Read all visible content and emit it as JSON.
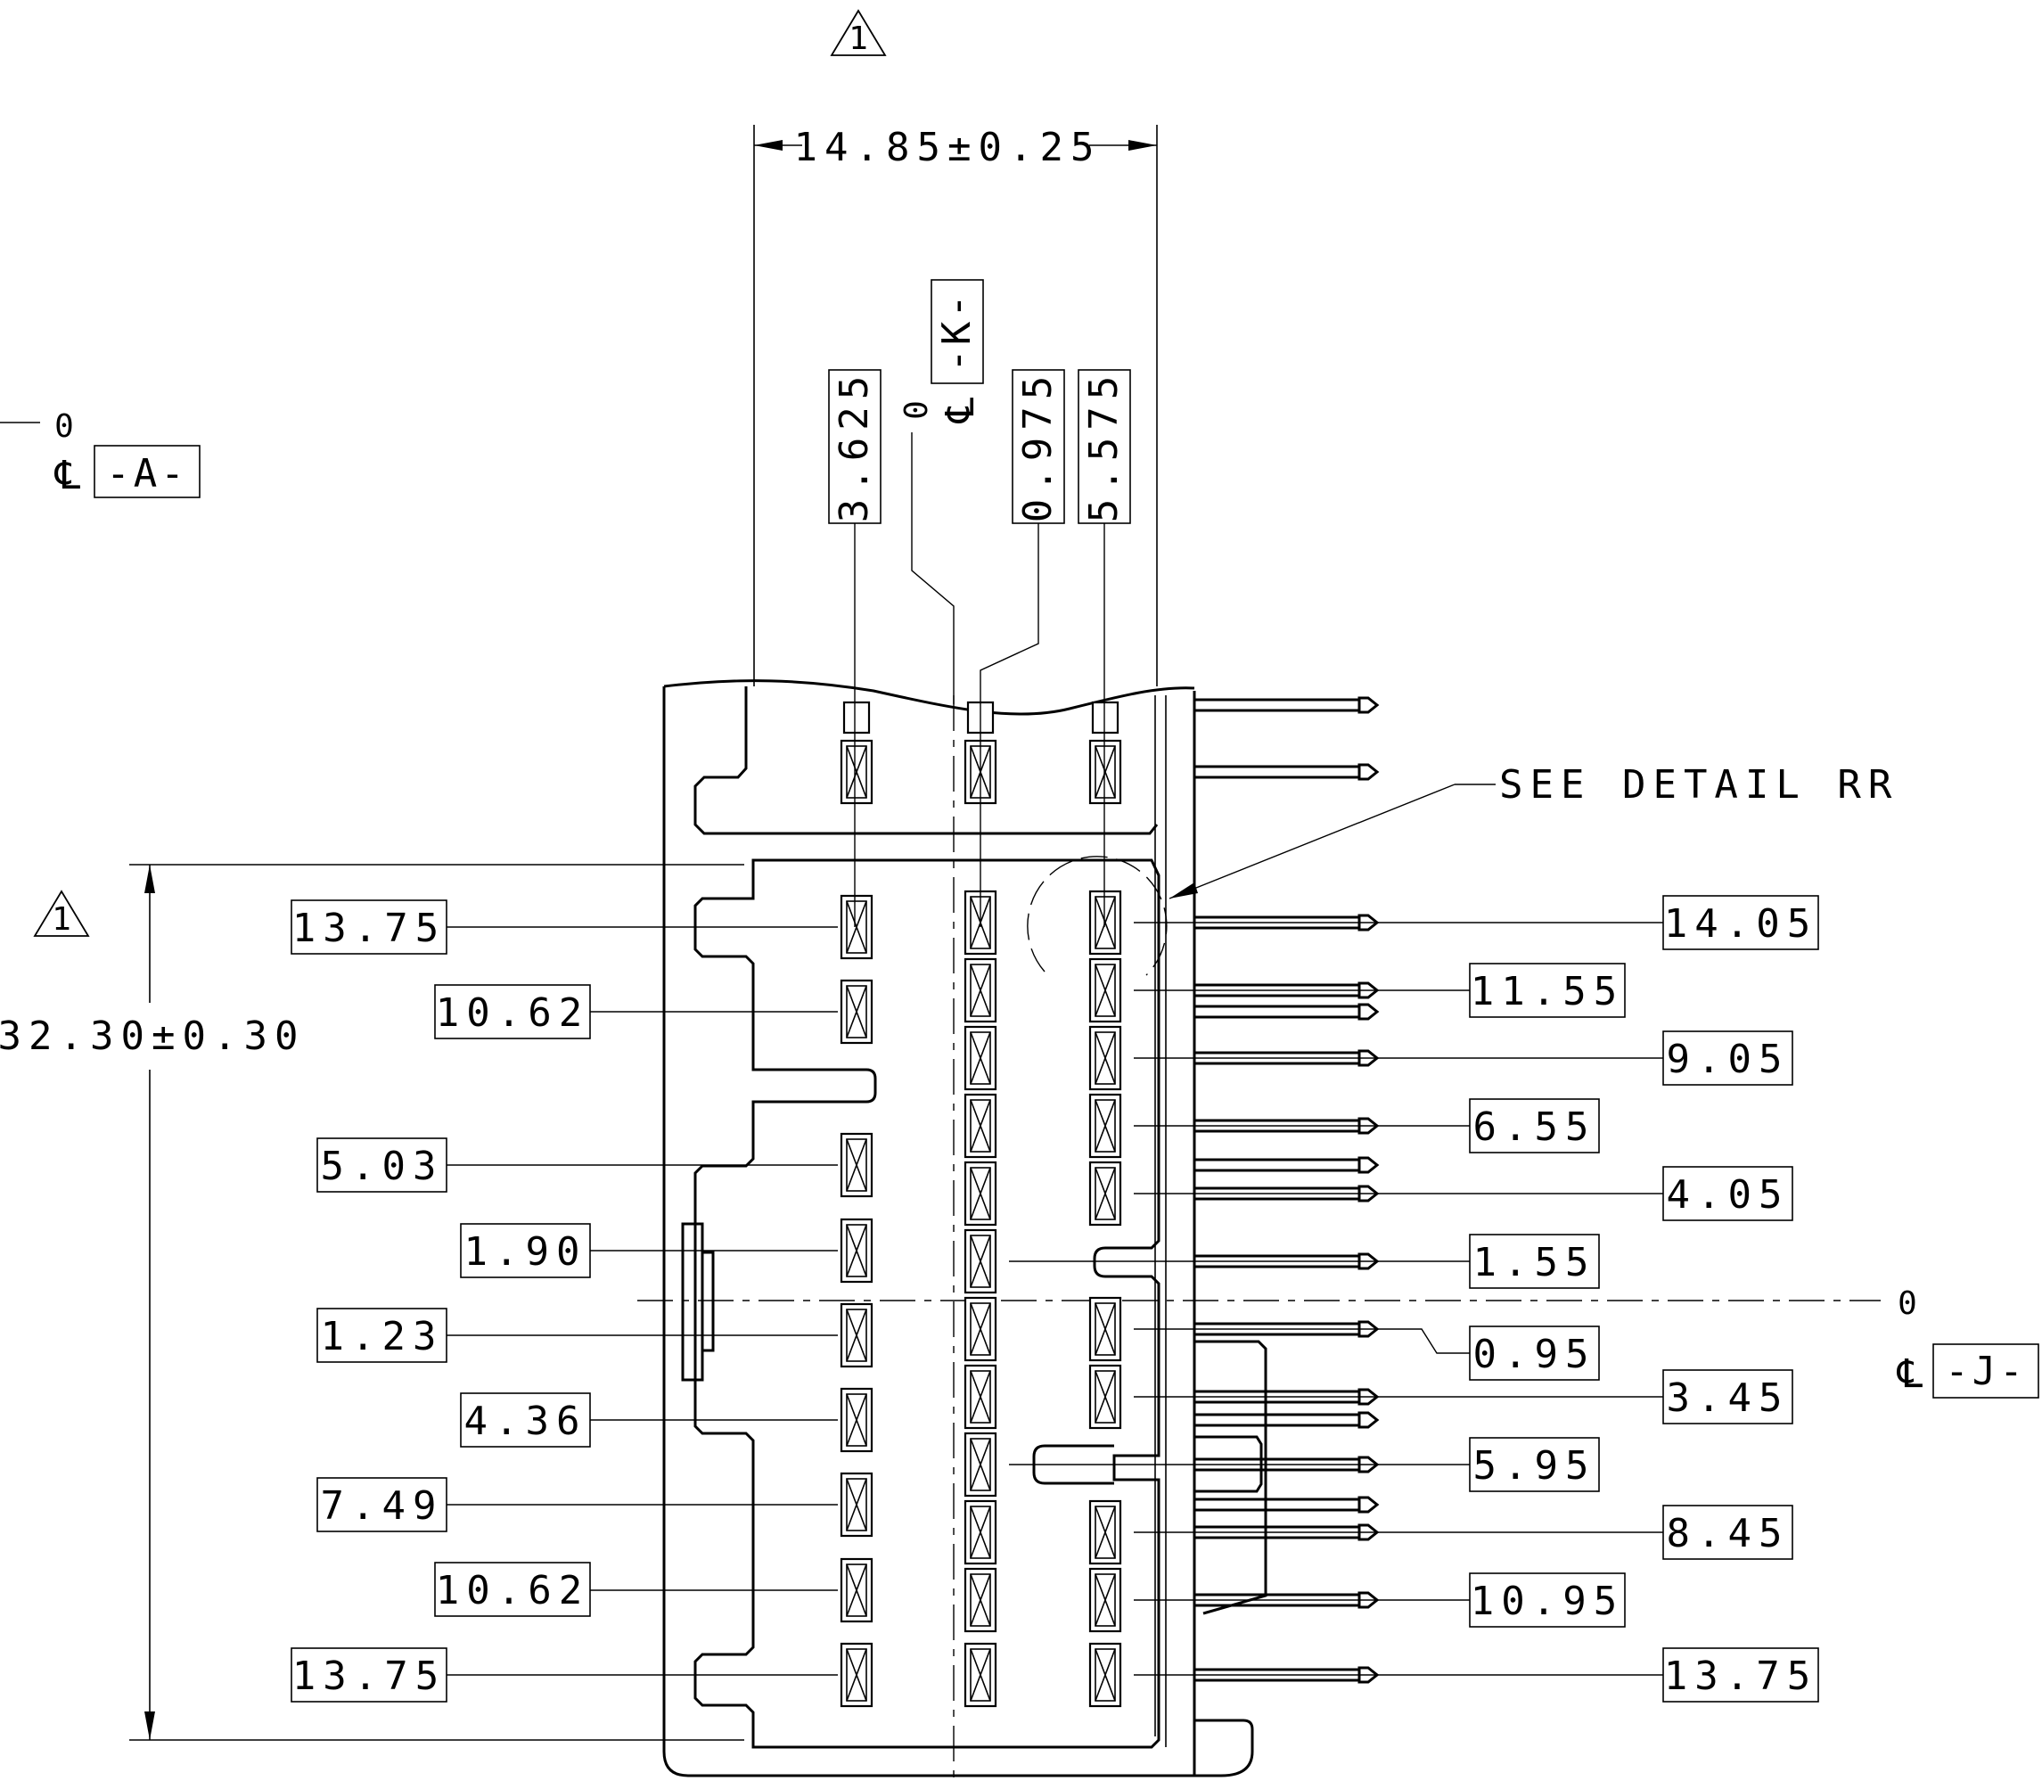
{
  "dimensions": {
    "width": "14.85±0.25",
    "height": "32.30±0.30"
  },
  "datums": {
    "a_zero": "0",
    "a_label": "-A-",
    "k_zero": "0",
    "k_label": "-K-",
    "j_zero": "0",
    "j_label": "-J-",
    "centerline_symbol": "℄"
  },
  "revision_marker": "1",
  "detail_note": "SEE DETAIL RR",
  "top_callouts": [
    "3.625",
    "0.975",
    "5.575"
  ],
  "left_callouts": [
    "13.75",
    "10.62",
    "5.03",
    "1.90",
    "1.23",
    "4.36",
    "7.49",
    "10.62",
    "13.75"
  ],
  "right_callouts": [
    "14.05",
    "11.55",
    "9.05",
    "6.55",
    "4.05",
    "1.55",
    "0.95",
    "3.45",
    "5.95",
    "8.45",
    "10.95",
    "13.75"
  ]
}
